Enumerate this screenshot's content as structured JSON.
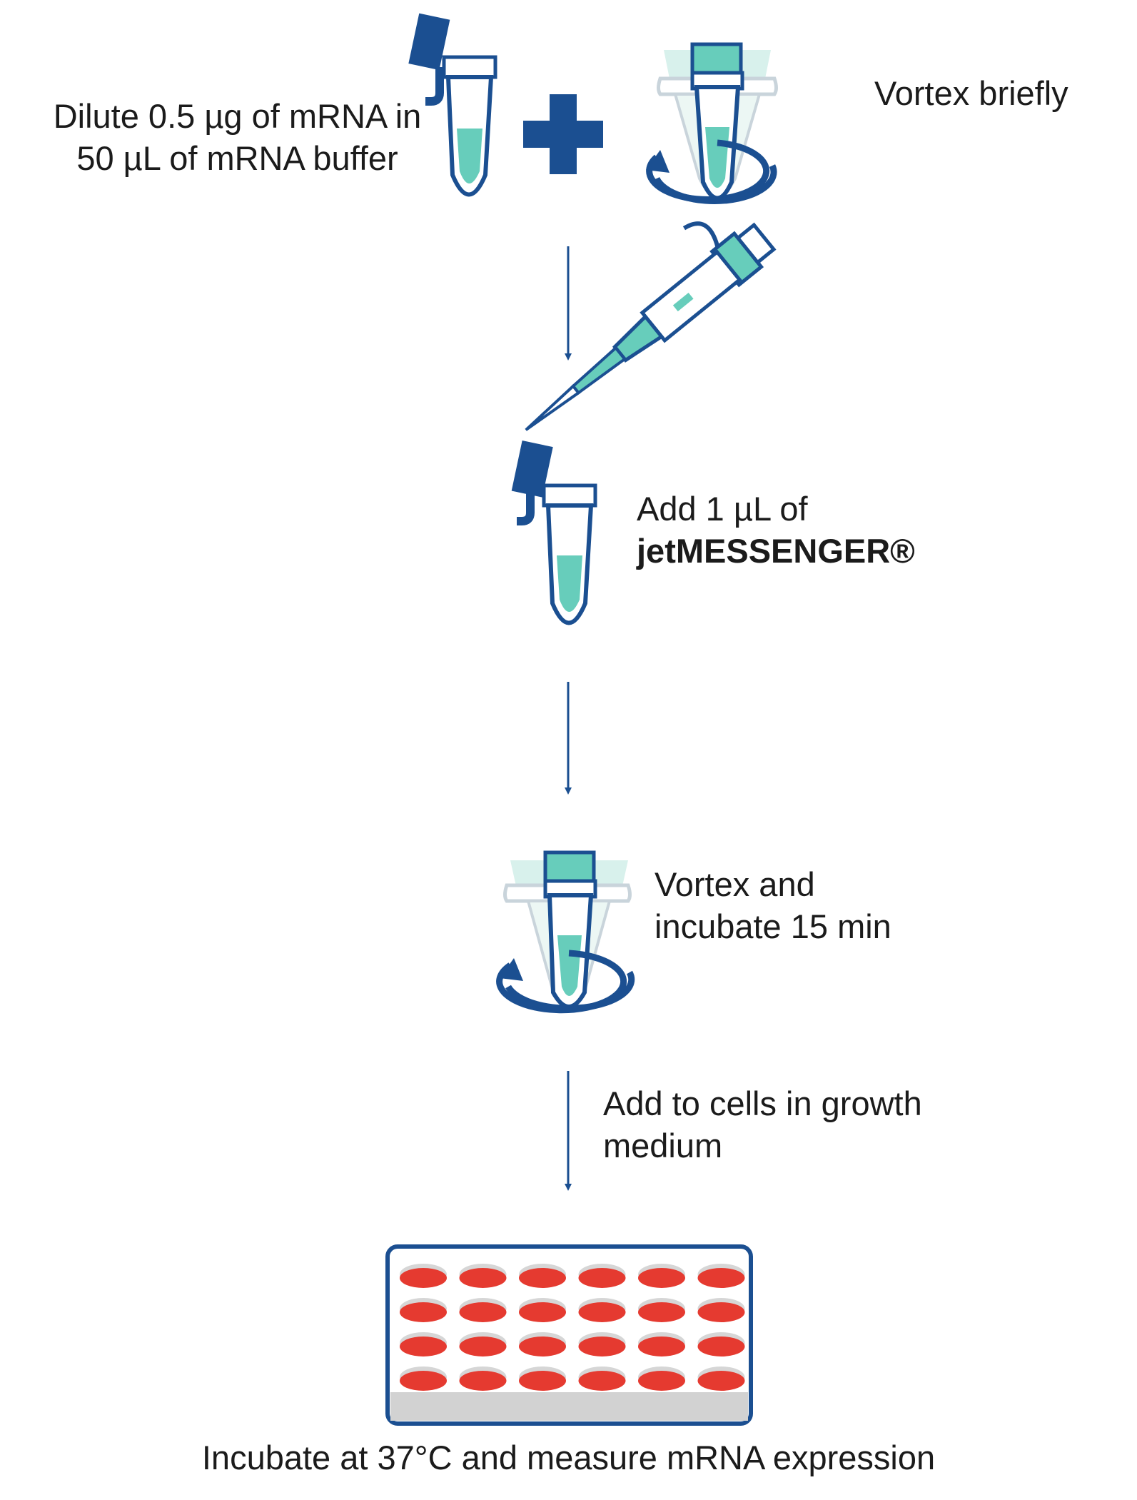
{
  "steps": {
    "dilute": [
      "Dilute 0.5 µg of mRNA in",
      "50 µL of mRNA buffer"
    ],
    "vortex_briefly": "Vortex briefly",
    "add_reagent_line1": "Add 1 µL of",
    "add_reagent_name": "jetMESSENGER®",
    "vortex_incubate": [
      "Vortex and",
      "incubate 15 min"
    ],
    "add_to_cells": [
      "Add to cells in growth",
      "medium"
    ],
    "final": "Incubate at 37°C and measure mRNA expression"
  },
  "plate": {
    "rows": 4,
    "columns": 6
  },
  "colors": {
    "navy": "#1b4f91",
    "teal": "#67cdbb",
    "teal_light": "#d8f1ec",
    "well_red": "#e53a30",
    "plate_gray": "#d2d2d2"
  }
}
